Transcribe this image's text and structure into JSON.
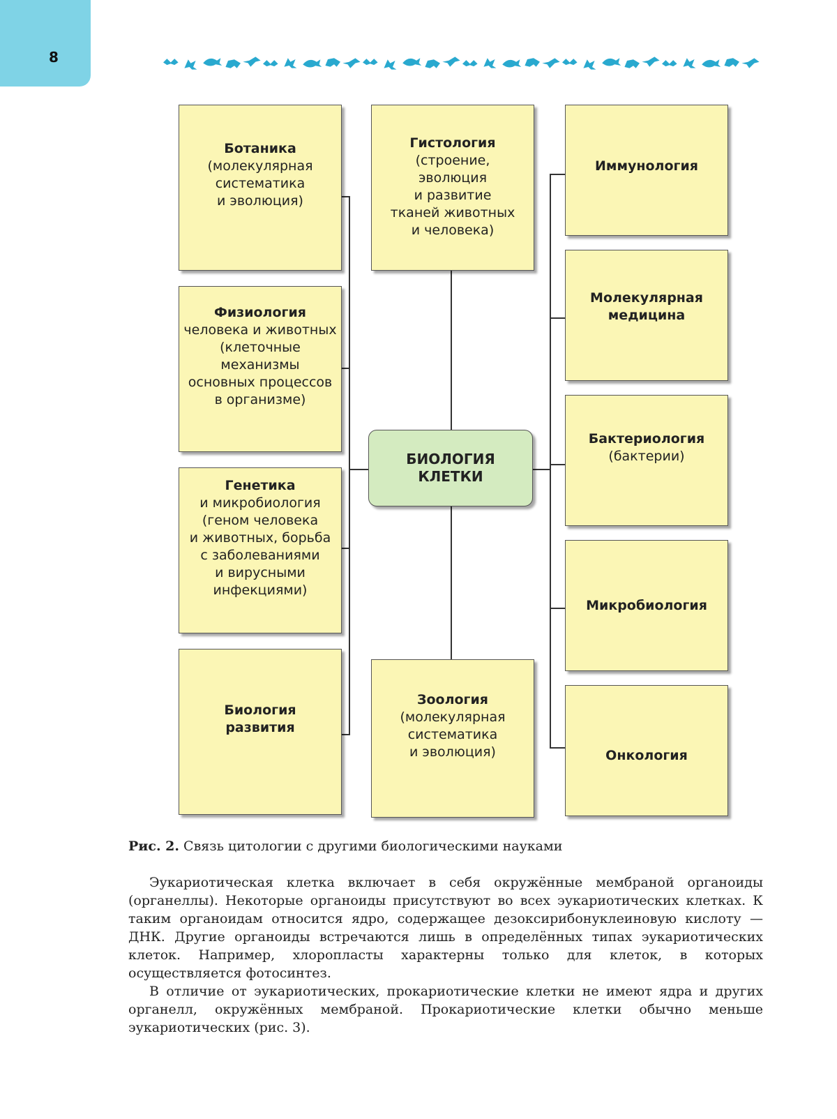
{
  "page": {
    "number": "8"
  },
  "header": {
    "band_icon": "animal-silhouettes-band",
    "band_color": "#29a9cf",
    "tab_color": "#7fd3e6"
  },
  "diagram": {
    "center": {
      "label": "БИОЛОГИЯ\nКЛЕТКИ",
      "color": "#d4ebc0"
    },
    "box_color": "#fbf6b5",
    "left": [
      {
        "title": "Ботаника",
        "desc": "(молекулярная\nсистематика\nи эволюция)"
      },
      {
        "title": "Физиология",
        "desc": "человека и животных\n(клеточные\nмеханизмы\nосновных процессов\nв организме)"
      },
      {
        "title": "Генетика",
        "desc": "и микробиология\n(геном человека\nи животных, борьба\nс заболеваниями\nи вирусными\nинфекциями)"
      },
      {
        "title": "Биология\nразвития",
        "desc": ""
      }
    ],
    "top": {
      "title": "Гистология",
      "desc": "(строение,\nэволюция\nи развитие\nтканей животных\nи человека)"
    },
    "bottom": {
      "title": "Зоология",
      "desc": "(молекулярная\nсистематика\nи эволюция)"
    },
    "right": [
      {
        "title": "Иммунология",
        "desc": ""
      },
      {
        "title": "Молекулярная\nмедицина",
        "desc": ""
      },
      {
        "title": "Бактериология",
        "desc": "(бактерии)"
      },
      {
        "title": "Микробиология",
        "desc": ""
      },
      {
        "title": "Онкология",
        "desc": ""
      }
    ]
  },
  "caption": {
    "label": "Рис. 2.",
    "text": " Связь цитологии с другими биологическими науками"
  },
  "paragraphs": [
    "Эукариотическая клетка включает в себя окружённые мембраной органоиды (органеллы). Некоторые органоиды присутствуют во всех эукариотических клетках. К таким органоидам относится ядро, содержащее дезоксирибонуклеиновую кислоту — ДНК. Другие органоиды встречаются лишь в определённых типах эукариотических клеток. Например, хлоропласты характерны только для клеток, в которых осуществляется фотосинтез.",
    "В отличие от эукариотических, прокариотические клетки не имеют ядра и других органелл, окружённых мембраной. Прокариотические клетки обычно меньше эукариотических (рис. 3)."
  ]
}
